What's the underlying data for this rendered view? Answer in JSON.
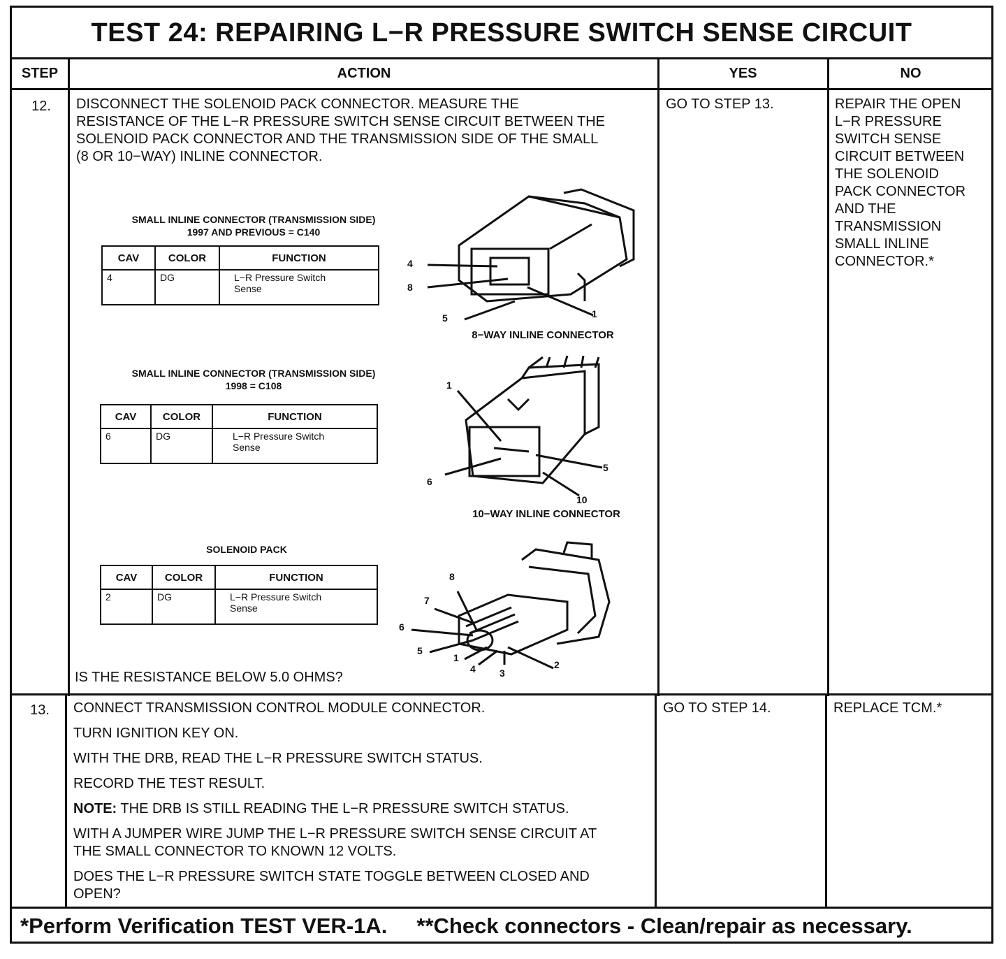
{
  "title": "TEST 24:  REPAIRING L−R PRESSURE SWITCH SENSE CIRCUIT",
  "headers": {
    "step": "STEP",
    "action": "ACTION",
    "yes": "YES",
    "no": "NO"
  },
  "row12": {
    "step": "12.",
    "action_lines": [
      "DISCONNECT THE SOLENOID PACK CONNECTOR. MEASURE THE",
      "RESISTANCE OF THE L−R PRESSURE SWITCH SENSE CIRCUIT BETWEEN THE",
      "SOLENOID PACK CONNECTOR AND THE TRANSMISSION SIDE OF THE SMALL",
      "(8 OR 10−WAY) INLINE CONNECTOR."
    ],
    "question": "IS THE RESISTANCE BELOW 5.0 OHMS?",
    "yes": "GO TO STEP 13.",
    "no_lines": [
      "REPAIR THE OPEN",
      "L−R PRESSURE",
      "SWITCH SENSE",
      "CIRCUIT BETWEEN",
      "THE SOLENOID",
      "PACK CONNECTOR",
      "AND THE",
      "TRANSMISSION",
      "SMALL INLINE",
      "CONNECTOR.*"
    ]
  },
  "table_headers": {
    "cav": "CAV",
    "color": "COLOR",
    "function": "FUNCTION"
  },
  "conn1": {
    "title1": "SMALL INLINE CONNECTOR (TRANSMISSION SIDE)",
    "title2": "1997 AND PREVIOUS = C140",
    "cav": "4",
    "color": "DG",
    "function1": "L−R Pressure Switch",
    "function2": "Sense",
    "caption": "8−WAY INLINE CONNECTOR",
    "pins": [
      "4",
      "8",
      "5",
      "1"
    ]
  },
  "conn2": {
    "title1": "SMALL INLINE CONNECTOR (TRANSMISSION SIDE)",
    "title2": "1998 = C108",
    "cav": "6",
    "color": "DG",
    "function1": "L−R Pressure Switch",
    "function2": "Sense",
    "caption": "10−WAY INLINE CONNECTOR",
    "pins": [
      "1",
      "5",
      "6",
      "10"
    ]
  },
  "conn3": {
    "title1": "SOLENOID PACK",
    "cav": "2",
    "color": "DG",
    "function1": "L−R Pressure Switch",
    "function2": "Sense",
    "pins": [
      "8",
      "7",
      "6",
      "5",
      "1",
      "4",
      "3",
      "2"
    ]
  },
  "row13": {
    "step": "13.",
    "l1": "CONNECT TRANSMISSION CONTROL MODULE CONNECTOR.",
    "l2": "TURN IGNITION KEY ON.",
    "l3": "WITH THE DRB, READ THE L−R PRESSURE SWITCH STATUS.",
    "l4": "RECORD THE TEST RESULT.",
    "note_label": "NOTE:",
    "note_text": " THE DRB IS STILL READING THE L−R PRESSURE SWITCH STATUS.",
    "l6a": "WITH A JUMPER WIRE JUMP THE L−R PRESSURE SWITCH SENSE CIRCUIT AT",
    "l6b": "THE SMALL CONNECTOR TO KNOWN 12 VOLTS.",
    "l7a": "DOES THE L−R PRESSURE SWITCH STATE TOGGLE BETWEEN CLOSED AND",
    "l7b": "OPEN?",
    "yes": "GO TO STEP 14.",
    "no": "REPLACE TCM.*"
  },
  "footer": {
    "a": "*Perform Verification TEST VER-1A.",
    "b": "**Check connectors - Clean/repair as necessary."
  }
}
